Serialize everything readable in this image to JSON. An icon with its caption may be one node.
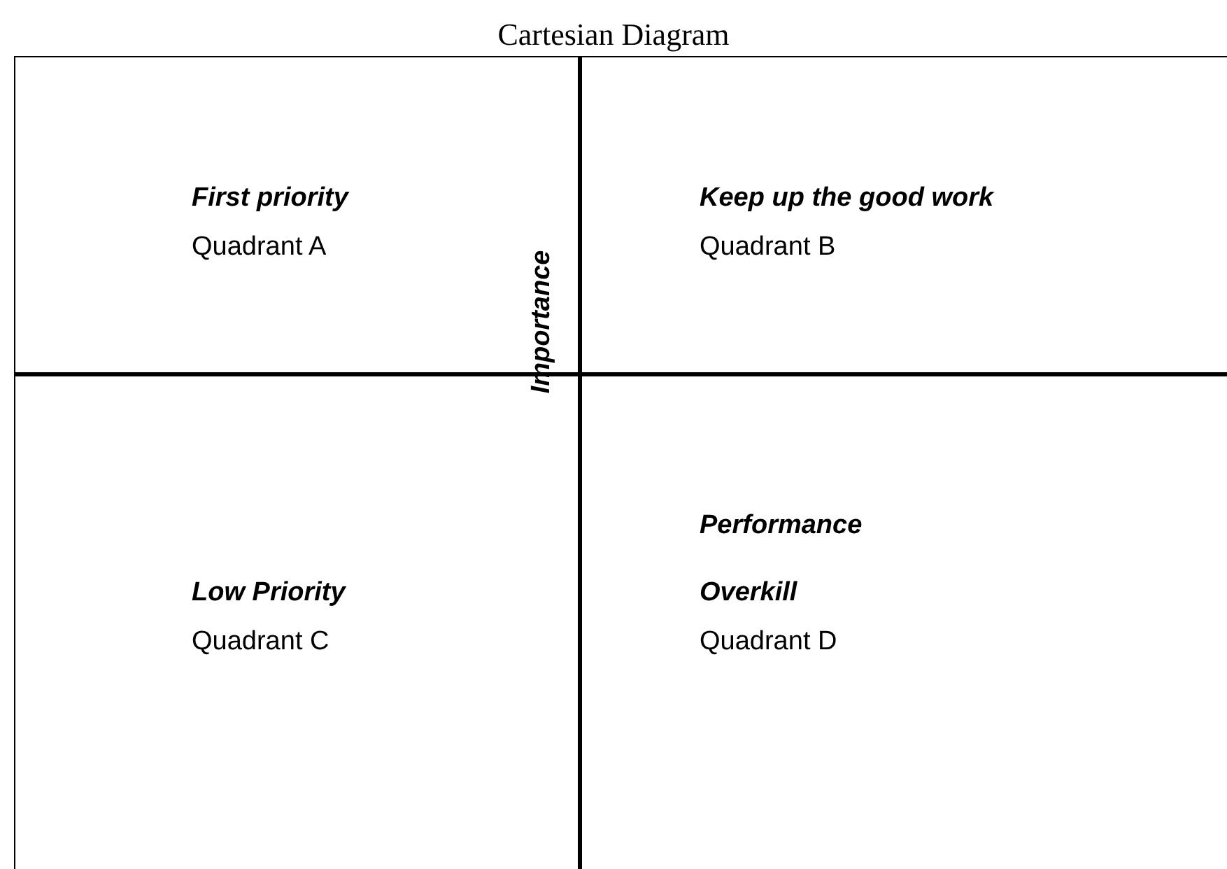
{
  "diagram": {
    "title": "Cartesian Diagram",
    "nodes": [
      {
        "text": [
          "First priority",
          "Quadrant A"
        ]
      },
      {
        "text": [
          "Keep up the good work",
          "Quadrant B"
        ]
      },
      {
        "text": [
          "Low Priority",
          "Quadrant C"
        ]
      },
      {
        "text": [
          "Overkill",
          "Quadrant D"
        ]
      }
    ],
    "edges": [],
    "labels": [
      "Importance",
      "Performance"
    ]
  }
}
